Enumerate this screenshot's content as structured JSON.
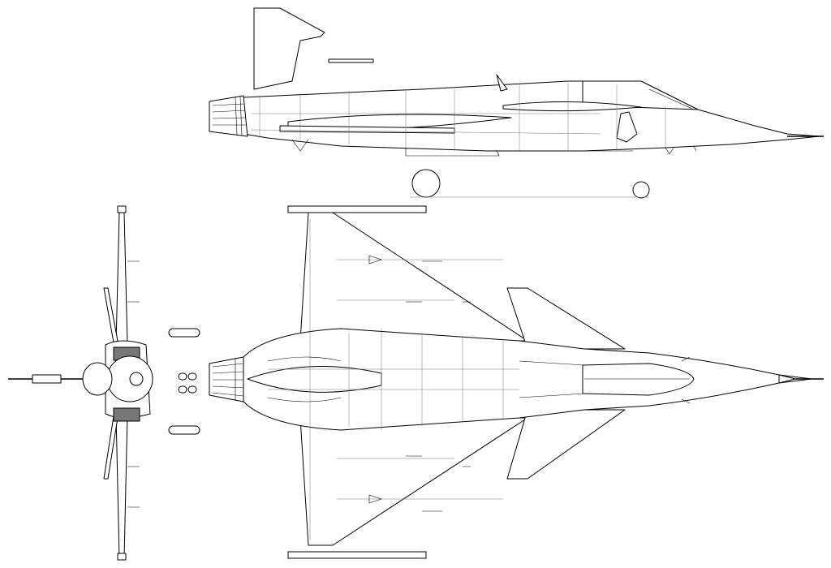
{
  "drawing": {
    "line_color": "#000000",
    "panel_line_color": "#777777",
    "background": "#ffffff",
    "views": [
      "side",
      "top",
      "front"
    ]
  }
}
